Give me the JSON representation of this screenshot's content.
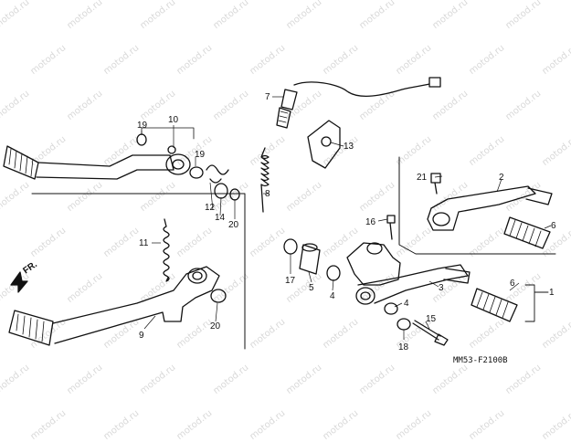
{
  "watermark": "motod.ru",
  "diagram_code": "MM53-F2100B",
  "forward_label": "FR.",
  "callouts": {
    "n1": "1",
    "n2": "2",
    "n3": "3",
    "n4a": "4",
    "n4b": "4",
    "n5": "5",
    "n6a": "6",
    "n6b": "6",
    "n7": "7",
    "n8": "8",
    "n9": "9",
    "n10": "10",
    "n11": "11",
    "n12": "12",
    "n13": "13",
    "n14": "14",
    "n15": "15",
    "n16": "16",
    "n17": "17",
    "n18": "18",
    "n19a": "19",
    "n19b": "19",
    "n20a": "20",
    "n20b": "20",
    "n21": "21"
  }
}
